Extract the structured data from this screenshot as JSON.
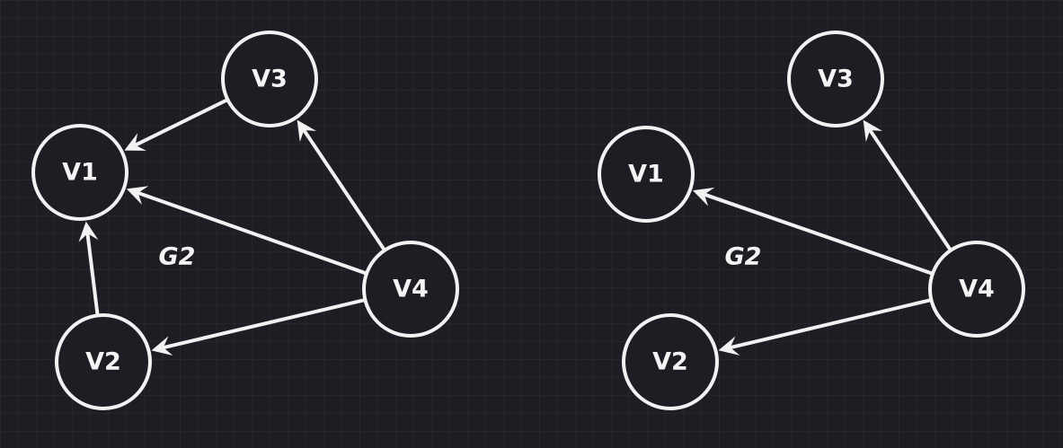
{
  "colors": {
    "background": "#1e1d23",
    "grid": "#2b2a31",
    "stroke": "#f2f2f2",
    "text": "#f4f4f4"
  },
  "diagrams": [
    {
      "label": "G2",
      "nodes": [
        {
          "id": "V1",
          "label": "V1"
        },
        {
          "id": "V2",
          "label": "V2"
        },
        {
          "id": "V3",
          "label": "V3"
        },
        {
          "id": "V4",
          "label": "V4"
        }
      ],
      "edges": [
        {
          "from": "V3",
          "to": "V1"
        },
        {
          "from": "V2",
          "to": "V1"
        },
        {
          "from": "V4",
          "to": "V1"
        },
        {
          "from": "V4",
          "to": "V3"
        },
        {
          "from": "V4",
          "to": "V2"
        }
      ]
    },
    {
      "label": "G2",
      "nodes": [
        {
          "id": "V1",
          "label": "V1"
        },
        {
          "id": "V2",
          "label": "V2"
        },
        {
          "id": "V3",
          "label": "V3"
        },
        {
          "id": "V4",
          "label": "V4"
        }
      ],
      "edges": [
        {
          "from": "V4",
          "to": "V1"
        },
        {
          "from": "V4",
          "to": "V3"
        },
        {
          "from": "V4",
          "to": "V2"
        }
      ]
    }
  ]
}
